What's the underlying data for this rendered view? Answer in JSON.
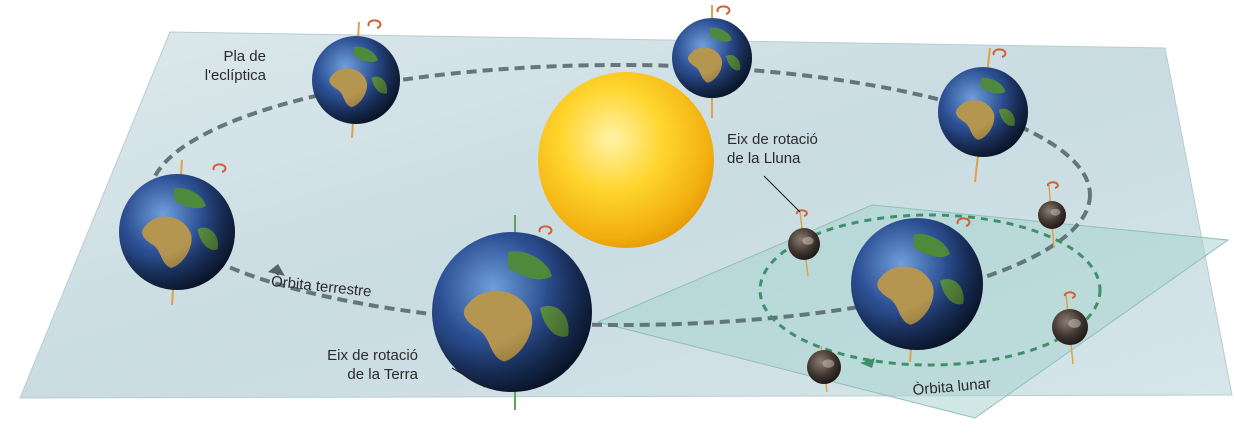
{
  "labels": {
    "ecliptic_plane_line1": "Pla de",
    "ecliptic_plane_line2": "l'eclíptica",
    "moon_axis_line1": "Eix de rotació",
    "moon_axis_line2": "de la Lluna",
    "earth_orbit": "Òrbita terrestre",
    "earth_axis_line1": "Eix de rotació",
    "earth_axis_line2": "de la Terra",
    "lunar_orbit": "Òrbita lunar"
  },
  "colors": {
    "ecliptic_plane": "#cfe0e4",
    "lunar_plane": "#a9d3cf",
    "sun": "#f7c51e",
    "ocean": "#1f3f7a",
    "land": "#b99a55",
    "earth_orbit_path": "#55626a",
    "lunar_orbit_path": "#3f8f6a"
  }
}
